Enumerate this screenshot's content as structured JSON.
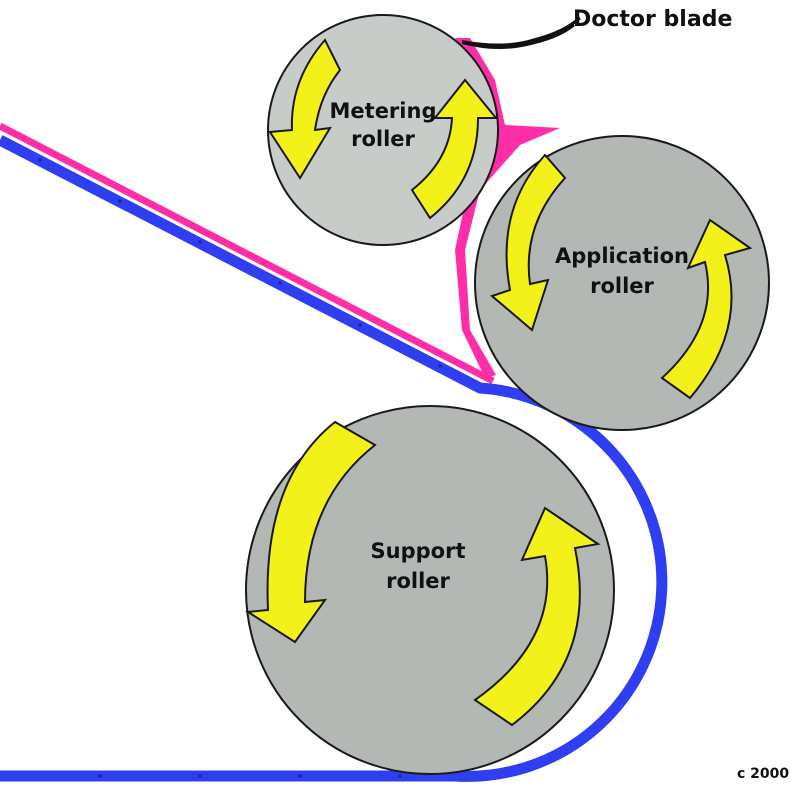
{
  "labels": {
    "doctor_blade": "Doctor blade",
    "metering_line1": "Metering",
    "metering_line2": "roller",
    "application_line1": "Application",
    "application_line2": "roller",
    "support_line1": "Support",
    "support_line2": "roller",
    "copyright": "c 2000"
  },
  "colors": {
    "roller_light": "#c8ccc8",
    "roller_dark": "#b4b8b4",
    "roller_outline": "#1a1a1a",
    "arrow_fill": "#f2f21a",
    "coating_pink": "#ff2da8",
    "web_blue": "#2f3ef0",
    "blade": "#111111"
  }
}
